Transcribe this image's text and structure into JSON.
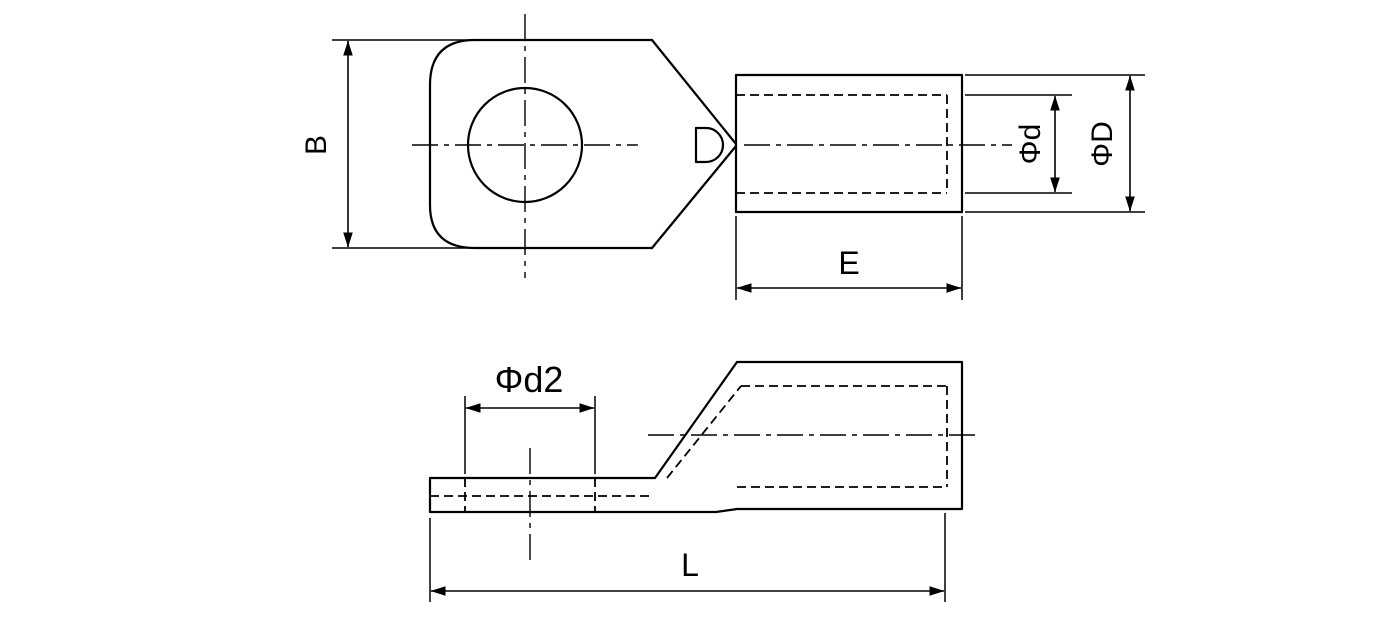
{
  "diagram": {
    "colors": {
      "line": "#000000",
      "background": "#ffffff"
    },
    "top_view": {
      "dim_b": "B",
      "dim_phi_d": "Φd",
      "dim_phi_D": "ΦD",
      "dim_e": "E"
    },
    "side_view": {
      "dim_phi_d2": "Φd2",
      "dim_l": "L"
    }
  }
}
